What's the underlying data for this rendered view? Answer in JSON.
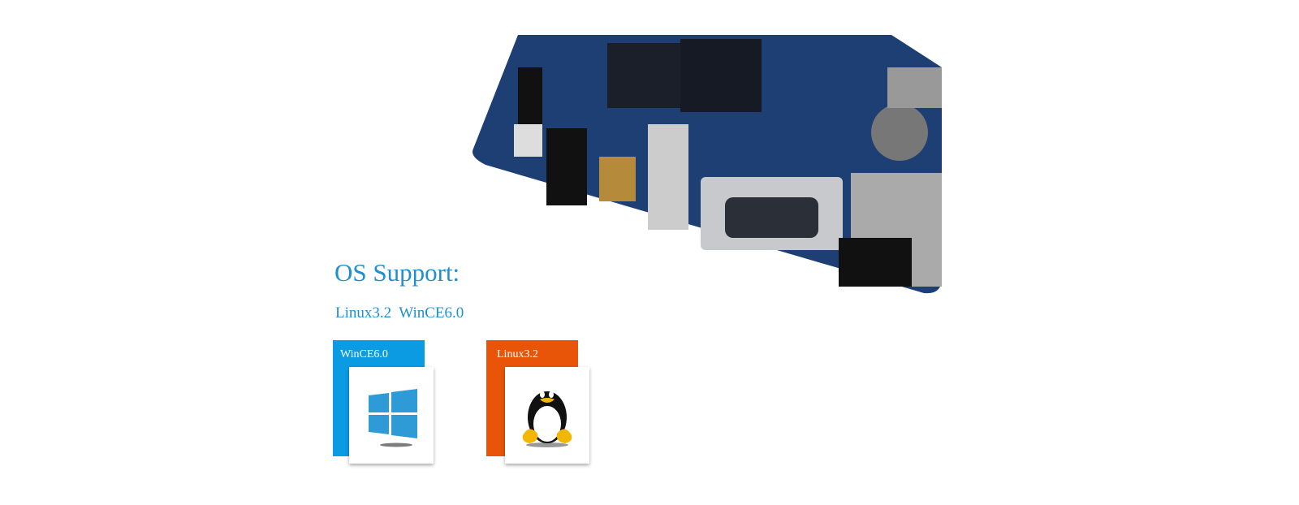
{
  "section": {
    "title": "OS Support:",
    "subtitle": "Linux3.2  WinCE6.0"
  },
  "os_tiles": [
    {
      "label": "WinCE6.0",
      "icon": "windows-logo-icon",
      "color": "#0a9be3"
    },
    {
      "label": "Linux3.2",
      "icon": "tux-penguin-icon",
      "color": "#e85508"
    }
  ],
  "colors": {
    "accent": "#1e8fd0",
    "board": "#1d3f73"
  }
}
